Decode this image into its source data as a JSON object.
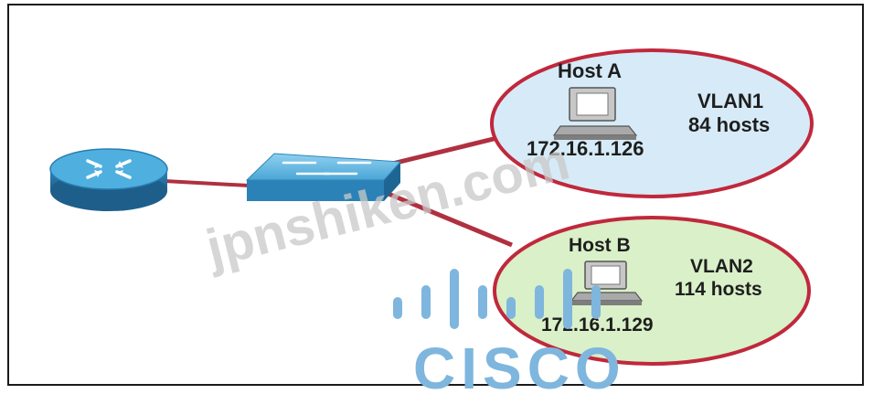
{
  "vlan1": {
    "host_label": "Host A",
    "vlan_label": "VLAN1",
    "host_count": "84 hosts",
    "ip": "172.16.1.126",
    "fill": "#d6ebf7"
  },
  "vlan2": {
    "host_label": "Host B",
    "vlan_label": "VLAN2",
    "host_count": "114 hosts",
    "ip": "172.16.1.129",
    "fill": "#d9f0c8"
  },
  "colors": {
    "link": "#b03040",
    "ellipse_border": "#c0283c",
    "device_blue": "#3b9bd0"
  },
  "watermark": "jpnshiken.com",
  "logo_text": "CISCO",
  "icons": [
    "router-icon",
    "switch-icon",
    "computer-icon"
  ]
}
